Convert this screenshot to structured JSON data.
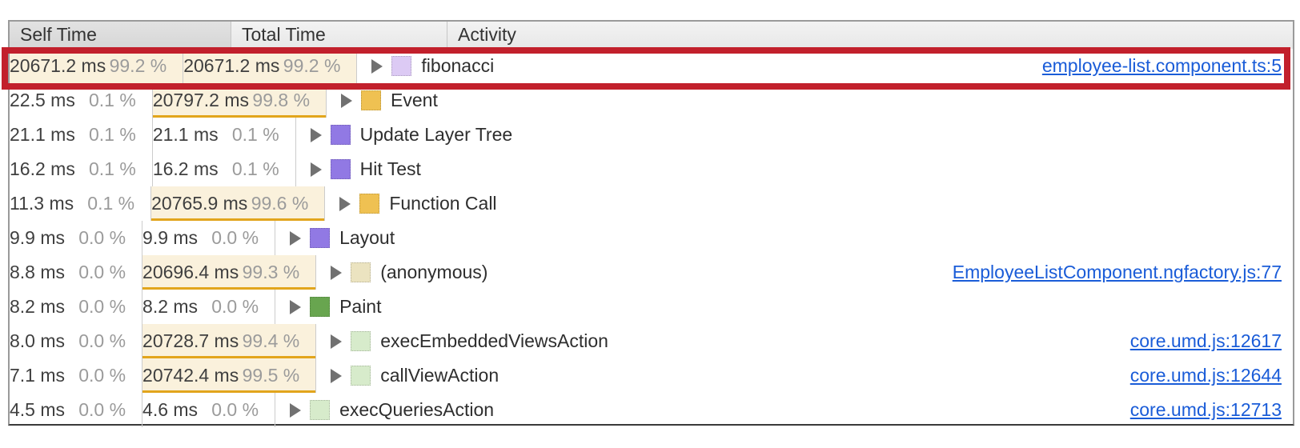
{
  "table": {
    "columns": [
      "Self Time",
      "Total Time",
      "Activity"
    ],
    "rows": [
      {
        "self_time": "20671.2 ms",
        "self_pct": "99.2 %",
        "self_hl": true,
        "total_time": "20671.2 ms",
        "total_pct": "99.2 %",
        "total_hl": true,
        "total_uline": false,
        "activity": "fibonacci",
        "swatch_color": "#dccaf4",
        "link": "employee-list.component.ts:5"
      },
      {
        "self_time": "22.5 ms",
        "self_pct": "0.1 %",
        "self_hl": false,
        "total_time": "20797.2 ms",
        "total_pct": "99.8 %",
        "total_hl": true,
        "total_uline": true,
        "activity": "Event",
        "swatch_color": "#efc152",
        "link": null
      },
      {
        "self_time": "21.1 ms",
        "self_pct": "0.1 %",
        "self_hl": false,
        "total_time": "21.1 ms",
        "total_pct": "0.1 %",
        "total_hl": false,
        "total_uline": false,
        "activity": "Update Layer Tree",
        "swatch_color": "#9179e4",
        "link": null
      },
      {
        "self_time": "16.2 ms",
        "self_pct": "0.1 %",
        "self_hl": false,
        "total_time": "16.2 ms",
        "total_pct": "0.1 %",
        "total_hl": false,
        "total_uline": false,
        "activity": "Hit Test",
        "swatch_color": "#9179e4",
        "link": null
      },
      {
        "self_time": "11.3 ms",
        "self_pct": "0.1 %",
        "self_hl": false,
        "total_time": "20765.9 ms",
        "total_pct": "99.6 %",
        "total_hl": true,
        "total_uline": true,
        "activity": "Function Call",
        "swatch_color": "#efc152",
        "link": null
      },
      {
        "self_time": "9.9 ms",
        "self_pct": "0.0 %",
        "self_hl": false,
        "total_time": "9.9 ms",
        "total_pct": "0.0 %",
        "total_hl": false,
        "total_uline": false,
        "activity": "Layout",
        "swatch_color": "#9179e4",
        "link": null
      },
      {
        "self_time": "8.8 ms",
        "self_pct": "0.0 %",
        "self_hl": false,
        "total_time": "20696.4 ms",
        "total_pct": "99.3 %",
        "total_hl": true,
        "total_uline": true,
        "activity": "(anonymous)",
        "swatch_color": "#ebe3c0",
        "link": "EmployeeListComponent.ngfactory.js:77"
      },
      {
        "self_time": "8.2 ms",
        "self_pct": "0.0 %",
        "self_hl": false,
        "total_time": "8.2 ms",
        "total_pct": "0.0 %",
        "total_hl": false,
        "total_uline": false,
        "activity": "Paint",
        "swatch_color": "#68a54f",
        "link": null
      },
      {
        "self_time": "8.0 ms",
        "self_pct": "0.0 %",
        "self_hl": false,
        "total_time": "20728.7 ms",
        "total_pct": "99.4 %",
        "total_hl": true,
        "total_uline": true,
        "activity": "execEmbeddedViewsAction",
        "swatch_color": "#d7ebcb",
        "link": "core.umd.js:12617"
      },
      {
        "self_time": "7.1 ms",
        "self_pct": "0.0 %",
        "self_hl": false,
        "total_time": "20742.4 ms",
        "total_pct": "99.5 %",
        "total_hl": true,
        "total_uline": true,
        "activity": "callViewAction",
        "swatch_color": "#d7ebcb",
        "link": "core.umd.js:12644"
      },
      {
        "self_time": "4.5 ms",
        "self_pct": "0.0 %",
        "self_hl": false,
        "total_time": "4.6 ms",
        "total_pct": "0.0 %",
        "total_hl": false,
        "total_uline": false,
        "activity": "execQueriesAction",
        "swatch_color": "#d7ebcb",
        "link": "core.umd.js:12713"
      }
    ]
  },
  "theme": {
    "highlight_bg": "#faf1dc",
    "highlight_underline": "#e2a51c",
    "annotation_red": "#c2202c",
    "link_blue": "#1a5cd8"
  },
  "icons": {
    "expand_arrow": "triangle-right"
  }
}
